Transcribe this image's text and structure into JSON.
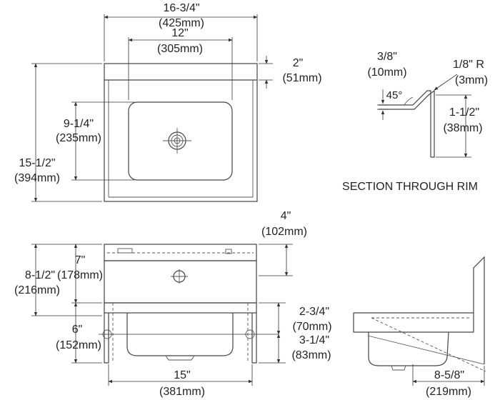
{
  "top_view": {
    "overall_width": {
      "imperial": "16-3/4\"",
      "metric": "(425mm)"
    },
    "bowl_width": {
      "imperial": "12\"",
      "metric": "(305mm)"
    },
    "rim_depth": {
      "imperial": "2\"",
      "metric": "(51mm)"
    },
    "bowl_depth": {
      "imperial": "9-1/4\"",
      "metric": "(235mm)"
    },
    "overall_depth": {
      "imperial": "15-1/2\"",
      "metric": "(394mm)"
    }
  },
  "section_rim": {
    "rim_width": {
      "imperial": "3/8\"",
      "metric": "(10mm)"
    },
    "angle": "45°",
    "radius": {
      "imperial": "1/8\" R",
      "metric": "(3mm)"
    },
    "drop": {
      "imperial": "1-1/2\"",
      "metric": "(38mm)"
    },
    "title": "SECTION THROUGH RIM"
  },
  "front_view": {
    "top_height": {
      "imperial": "4\"",
      "metric": "(102mm)"
    },
    "splash_height": {
      "imperial": "7\"",
      "metric": "(178mm)"
    },
    "total_height": {
      "imperial": "8-1/2\"",
      "metric": "(216mm)"
    },
    "bowl_height": {
      "imperial": "6\"",
      "metric": "(152mm)"
    },
    "apron_upper": {
      "imperial": "2-3/4\"",
      "metric": "(70mm)"
    },
    "apron_lower": {
      "imperial": "3-1/4\"",
      "metric": "(83mm)"
    },
    "bottom_width": {
      "imperial": "15\"",
      "metric": "(381mm)"
    }
  },
  "side_view": {
    "projection": {
      "imperial": "8-5/8\"",
      "metric": "(219mm)"
    }
  }
}
